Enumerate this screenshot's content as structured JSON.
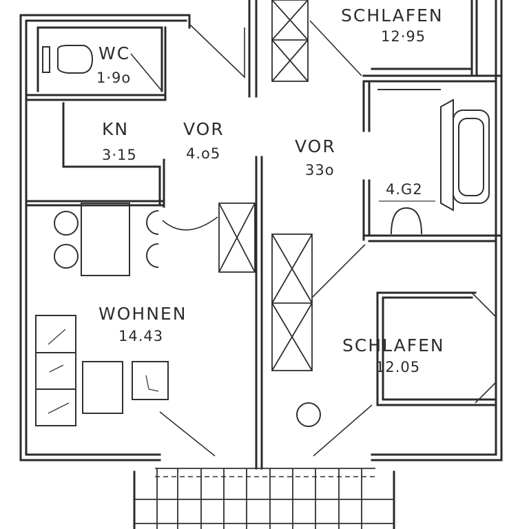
{
  "rooms": {
    "wc": {
      "name": "WC",
      "area": "1·9o"
    },
    "kn": {
      "name": "KN",
      "area": "3·15"
    },
    "vor1": {
      "name": "VOR",
      "area": "4.o5"
    },
    "vor2": {
      "name": "VOR",
      "area": "33o"
    },
    "bad": {
      "area": "4.G2"
    },
    "wohnen": {
      "name": "WOHNEN",
      "area": "14.43"
    },
    "schlafen1": {
      "name": "SCHLAFEN",
      "area": "12·95"
    },
    "schlafen2": {
      "name": "SCHLAFEN",
      "area": "12.05"
    }
  },
  "style": {
    "line_color": "#2a2a2a",
    "background": "#ffffff"
  }
}
